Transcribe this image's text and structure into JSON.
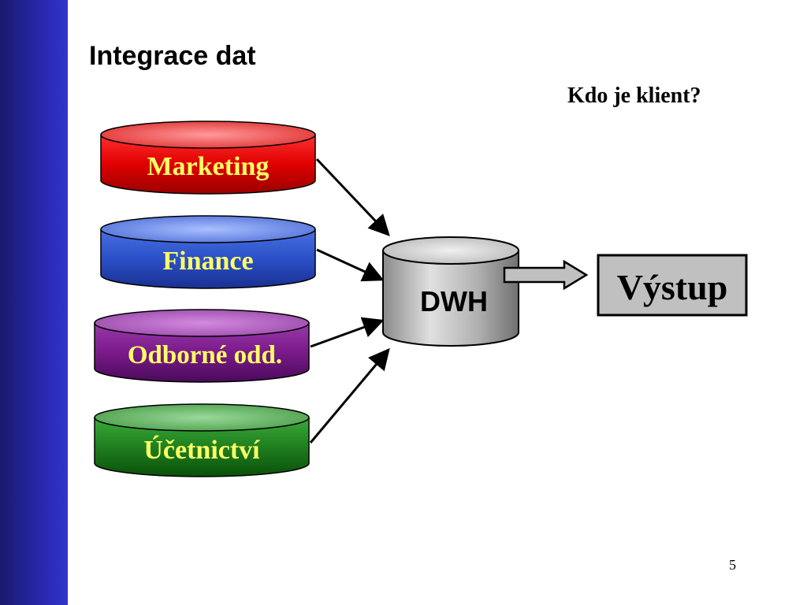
{
  "slide": {
    "title": "Integrace dat",
    "question": "Kdo je klient?",
    "page_number": "5"
  },
  "sources": [
    {
      "label": "Marketing",
      "color": "#dd0000"
    },
    {
      "label": "Finance",
      "color": "#2a50c8"
    },
    {
      "label": "Odborné odd.",
      "color": "#7a1a8a"
    },
    {
      "label": "Účetnictví",
      "color": "#1f7f1f"
    }
  ],
  "warehouse": {
    "label": "DWH",
    "color": "#a8a8a8"
  },
  "output": {
    "label": "Výstup",
    "color": "#c0c0c0"
  },
  "source_label_color": "#ffff66"
}
